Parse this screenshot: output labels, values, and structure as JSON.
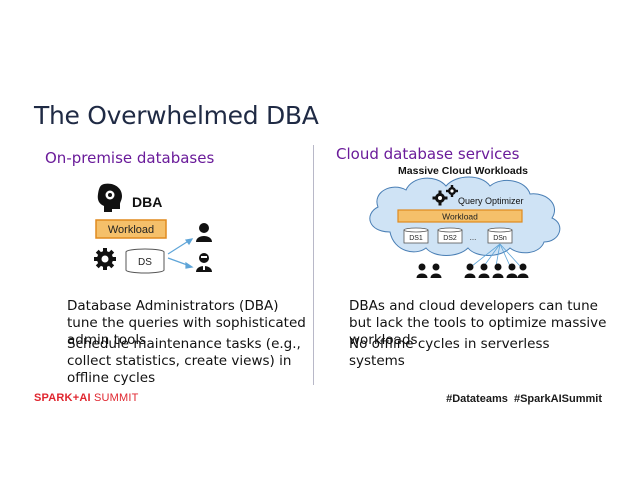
{
  "slide": {
    "title": "The Overwhelmed DBA"
  },
  "left": {
    "heading": "On-premise databases",
    "diagram": {
      "dba_label": "DBA",
      "workload_label": "Workload",
      "ds_label": "DS"
    },
    "bullets": [
      "Database Administrators (DBA) tune the queries with sophisticated admin tools",
      "Schedule maintenance tasks (e.g., collect statistics, create views) in offline cycles"
    ]
  },
  "right": {
    "heading": "Cloud database services",
    "diagram": {
      "title": "Massive Cloud Workloads",
      "optimizer_label": "Query Optimizer",
      "workload_label": "Workload",
      "ds1": "DS1",
      "ds2": "DS2",
      "ellipsis": "...",
      "dsn": "DSn"
    },
    "bullets": [
      "DBAs and cloud developers can tune but lack the tools to optimize massive workloads",
      "No offline cycles in serverless systems"
    ]
  },
  "footer": {
    "logo_bold": "SPARK+AI",
    "logo_thin": "SUMMIT",
    "hashtags": "#Datateams  #SparkAISummit"
  },
  "colors": {
    "title": "#1f2a44",
    "heading": "#6a1b9a",
    "workload_fill": "#f5c06a",
    "workload_border": "#e08a1e",
    "cloud_fill": "#cfe3f5",
    "cloud_border": "#4a7fb5",
    "logo": "#e0262f"
  }
}
